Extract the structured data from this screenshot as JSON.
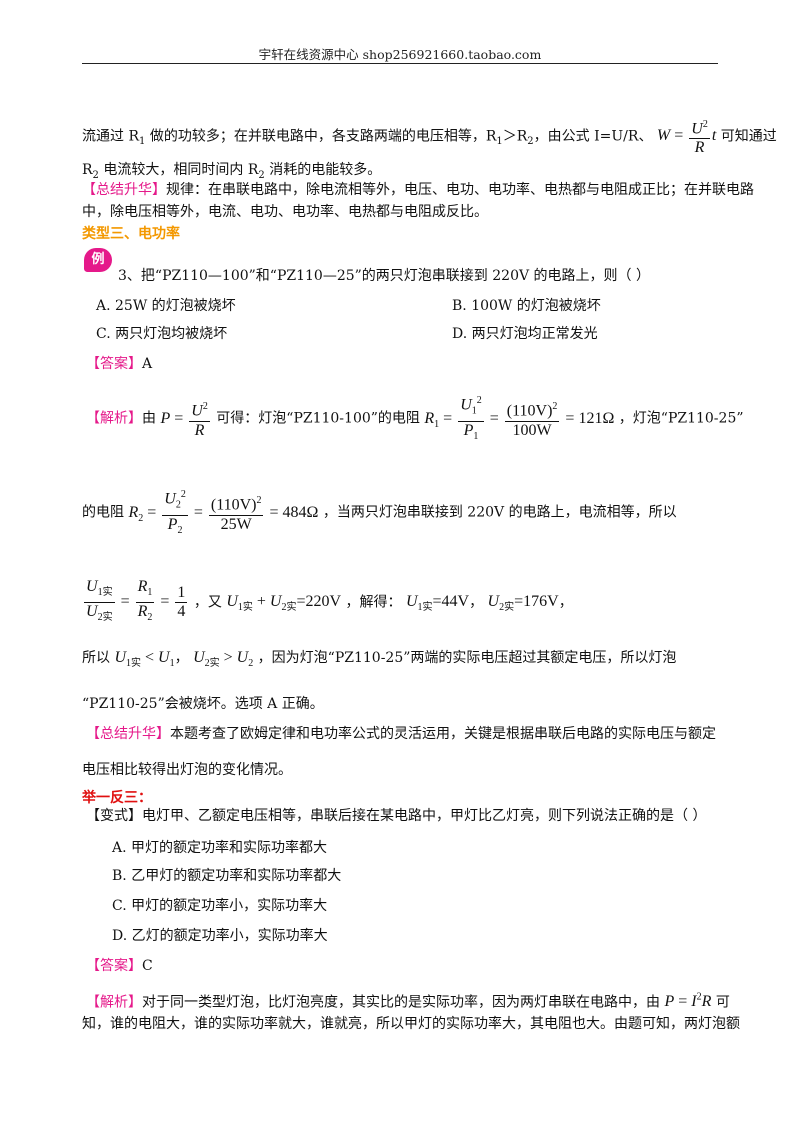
{
  "header": {
    "text": "宇轩在线资源中心   shop256921660.taobao.com"
  },
  "p1": {
    "a": "流通过 R",
    "a_sub": "1",
    "b": " 做的功较多；在并联电路中，各支路两端的电压相等，R",
    "b_sub1": "1",
    "c": "＞R",
    "c_sub": "2",
    "d": "，由公式 I=U/R、",
    "e": " 可知通过"
  },
  "p2": {
    "a": "R",
    "a_sub": "2",
    "b": " 电流较大，相同时间内 R",
    "b_sub": "2",
    "c": " 消耗的电能较多。"
  },
  "sum1": {
    "tag": "【总结升华】",
    "text1": "规律：在串联电路中，除电流相等外，电压、电功、电功率、电热都与电阻成正比；在并联电路",
    "text2": "中，除电压相等外，电流、电功、电功率、电热都与电阻成反比。"
  },
  "type3": "类型三、电功率",
  "badge": "例",
  "q3": {
    "stem": "3、把“PZ110—100”和“PZ110—25”的两只灯泡串联接到 220V 的电路上，则（      ）",
    "A": "A. 25W 的灯泡被烧坏",
    "B": "B. 100W 的灯泡被烧坏",
    "C": "C. 两只灯泡均被烧坏",
    "D": "D. 两只灯泡均正常发光"
  },
  "ans1": {
    "tag": "【答案】",
    "value": "A"
  },
  "jx1": {
    "tag": "【解析】",
    "t1": "由",
    "t2": "可得：灯泡“PZ110-100”的电阻",
    "t3": "，灯泡“PZ110-25”",
    "t4": "的电阻",
    "t5": "，当两只灯泡串联接到 220V 的电路上，电流相等，所以",
    "t6": "，又",
    "t7": "，解得：",
    "t8": "，",
    "t9": "，",
    "t10": "所以",
    "t11": "，",
    "t12": "，因为灯泡“PZ110-25”两端的实际电压超过其额定电压，所以灯泡",
    "t13": "“PZ110-25”会被烧坏。选项 A 正确。"
  },
  "math": {
    "r1": "121Ω",
    "r2": "484Ω",
    "v110": "(110V)",
    "w100": "100W",
    "w25": "25W",
    "total": "=220V",
    "u1": "=44V",
    "u2": "=176V",
    "ratio_num": "1",
    "ratio_den": "4"
  },
  "sum2": {
    "tag": "【总结升华】",
    "text1": "本题考查了欧姆定律和电功率公式的灵活运用，关键是根据串联后电路的实际电压与额定",
    "text2": "电压相比较得出灯泡的变化情况。"
  },
  "ju": "举一反三：",
  "bs": {
    "tag": "【变式】",
    "stem": "电灯甲、乙额定电压相等，串联后接在某电路中，甲灯比乙灯亮，则下列说法正确的是（      ）",
    "A": "A.  甲灯的额定功率和实际功率都大",
    "B": "B.  乙甲灯的额定功率和实际功率都大",
    "C": "C.  甲灯的额定功率小，实际功率大",
    "D": "D.  乙灯的额定功率小，实际功率大"
  },
  "ans2": {
    "tag": "【答案】",
    "value": "C"
  },
  "jx2": {
    "tag": "【解析】",
    "t1": "对于同一类型灯泡，比灯泡亮度，其实比的是实际功率，因为两灯串联在电路中，由",
    "t2": "可",
    "t3": "知，谁的电阻大，谁的实际功率就大，谁就亮，所以甲灯的实际功率大，其电阻也大。由题可知，两灯泡额"
  }
}
